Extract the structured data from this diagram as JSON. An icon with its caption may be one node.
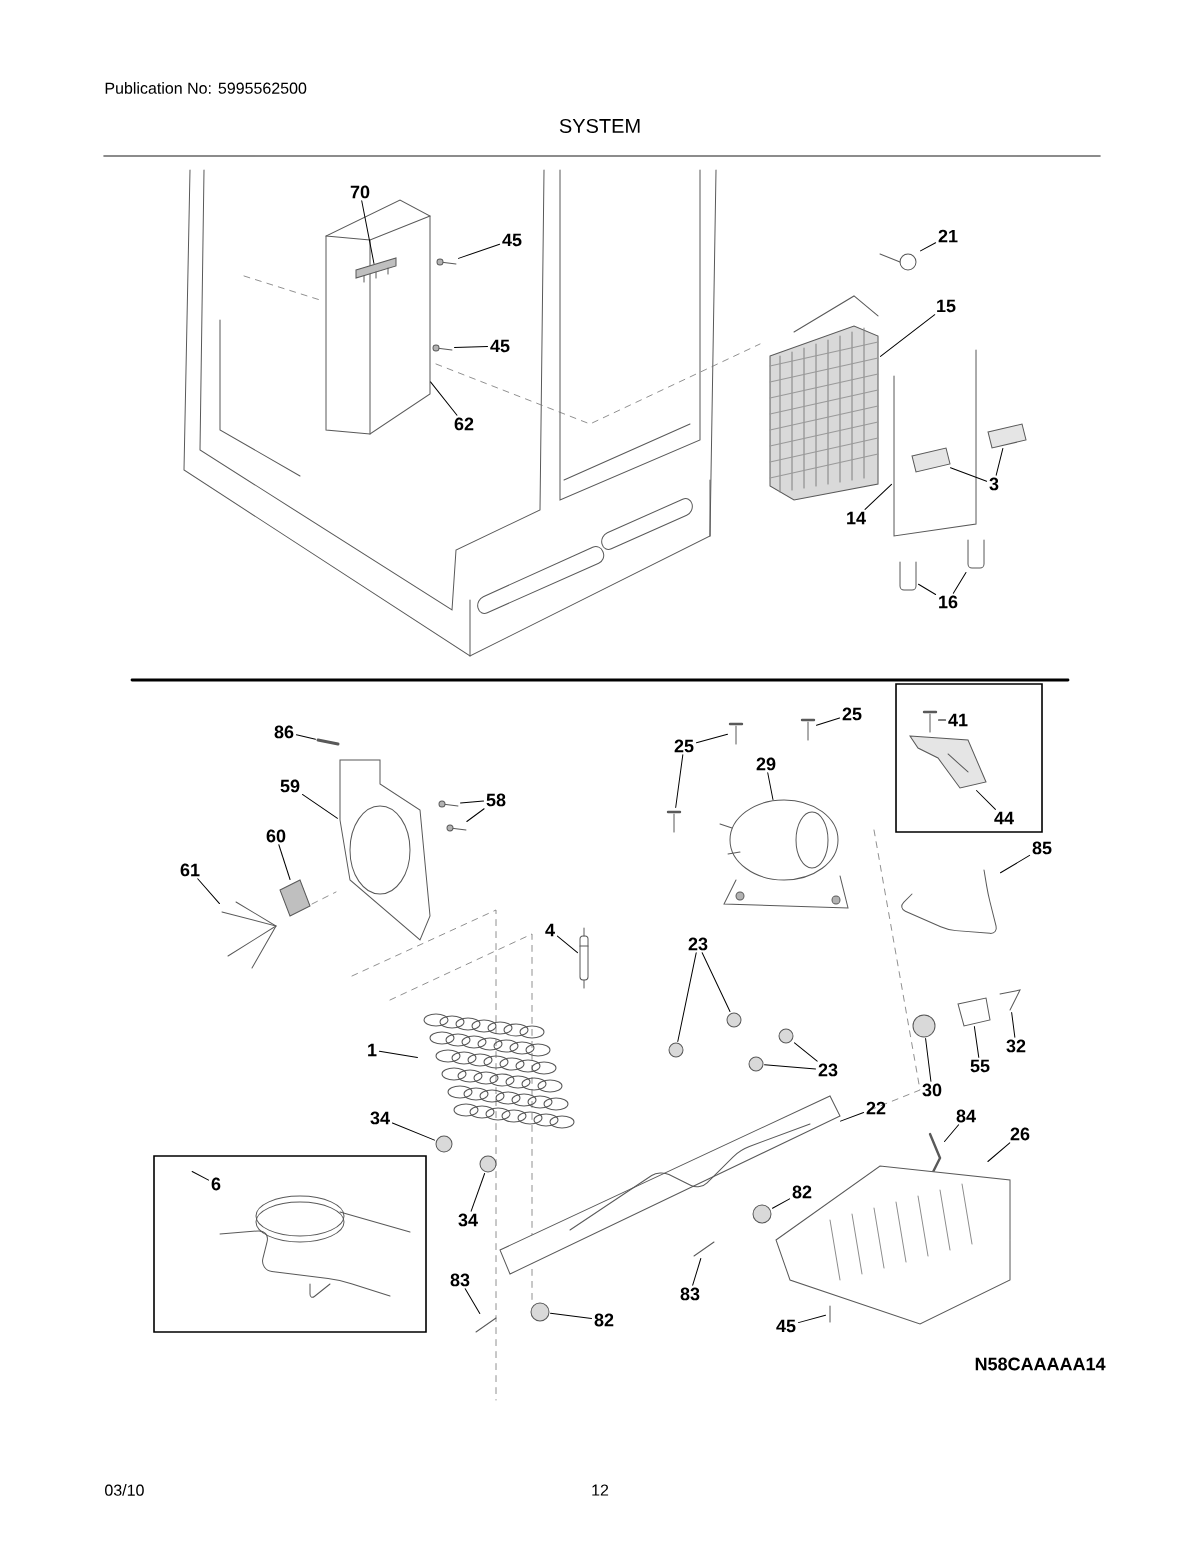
{
  "diagram": {
    "title": "SYSTEM",
    "nodes": [
      {
        "text": [
          "70"
        ]
      },
      {
        "text": [
          "45"
        ]
      },
      {
        "text": [
          "45"
        ]
      },
      {
        "text": [
          "62"
        ]
      },
      {
        "text": [
          "21"
        ]
      },
      {
        "text": [
          "15"
        ]
      },
      {
        "text": [
          "3"
        ]
      },
      {
        "text": [
          "14"
        ]
      },
      {
        "text": [
          "16"
        ]
      },
      {
        "text": [
          "86"
        ]
      },
      {
        "text": [
          "59"
        ]
      },
      {
        "text": [
          "58"
        ]
      },
      {
        "text": [
          "60"
        ]
      },
      {
        "text": [
          "61"
        ]
      },
      {
        "text": [
          "4"
        ]
      },
      {
        "text": [
          "25"
        ]
      },
      {
        "text": [
          "25"
        ]
      },
      {
        "text": [
          "29"
        ]
      },
      {
        "text": [
          "41"
        ]
      },
      {
        "text": [
          "44"
        ]
      },
      {
        "text": [
          "85"
        ]
      },
      {
        "text": [
          "23"
        ]
      },
      {
        "text": [
          "1"
        ]
      },
      {
        "text": [
          "32"
        ]
      },
      {
        "text": [
          "55"
        ]
      },
      {
        "text": [
          "23"
        ]
      },
      {
        "text": [
          "30"
        ]
      },
      {
        "text": [
          "34"
        ]
      },
      {
        "text": [
          "22"
        ]
      },
      {
        "text": [
          "84"
        ]
      },
      {
        "text": [
          "26"
        ]
      },
      {
        "text": [
          "6"
        ]
      },
      {
        "text": [
          "34"
        ]
      },
      {
        "text": [
          "82"
        ]
      },
      {
        "text": [
          "83"
        ]
      },
      {
        "text": [
          "83"
        ]
      },
      {
        "text": [
          "82"
        ]
      },
      {
        "text": [
          "45"
        ]
      },
      {
        "text": [],
        "shape": "picture"
      },
      {
        "text": [],
        "shape": "picture",
        "in": 38
      },
      {
        "text": [],
        "shape": "picture"
      },
      {
        "text": [],
        "shape": "picture"
      },
      {
        "text": [],
        "shape": "picture"
      },
      {
        "text": [],
        "shape": "picture"
      },
      {
        "text": [],
        "shape": "picture"
      },
      {
        "text": [],
        "shape": "picture",
        "in": 44
      },
      {
        "text": [],
        "shape": "picture"
      },
      {
        "text": [],
        "shape": "picture"
      },
      {
        "text": [],
        "shape": "picture"
      },
      {
        "text": [],
        "shape": "picture"
      },
      {
        "text": [],
        "shape": "picture"
      },
      {
        "text": [],
        "shape": "picture"
      },
      {
        "text": [],
        "shape": "picture"
      },
      {
        "text": [],
        "shape": "picture"
      },
      {
        "text": [],
        "shape": "picture"
      },
      {
        "text": [],
        "shape": "picture"
      },
      {
        "text": [],
        "shape": "picture"
      },
      {
        "text": [],
        "shape": "picture"
      },
      {
        "text": [],
        "shape": "picture"
      },
      {
        "text": [],
        "shape": "picture"
      },
      {
        "text": [],
        "shape": "picture"
      },
      {
        "text": [],
        "shape": "picture"
      },
      {
        "text": [],
        "shape": "picture"
      },
      {
        "text": [],
        "shape": "circle"
      },
      {
        "text": [],
        "shape": "circle"
      },
      {
        "text": [],
        "shape": "picture"
      },
      {
        "text": [],
        "shape": "picture"
      },
      {
        "text": [],
        "shape": "picture"
      },
      {
        "text": [],
        "shape": "circle"
      },
      {
        "text": [],
        "shape": "circle"
      },
      {
        "text": [],
        "shape": "circle"
      },
      {
        "text": [],
        "shape": "circle"
      },
      {
        "text": [],
        "shape": "picture"
      },
      {
        "text": [],
        "shape": "circle"
      },
      {
        "text": [],
        "shape": "picture"
      },
      {
        "text": [],
        "shape": "picture"
      },
      {
        "text": [],
        "shape": "picture"
      },
      {
        "text": [],
        "shape": "picture"
      },
      {
        "text": [],
        "shape": "circle"
      },
      {
        "text": [],
        "shape": "picture",
        "in": 72
      },
      {
        "text": [],
        "shape": "circle",
        "in": 72
      },
      {
        "text": [],
        "shape": "picture",
        "in": 75
      }
    ],
    "edges": [
      {
        "from": 0,
        "to": 39,
        "arrow": "none"
      },
      {
        "from": 1,
        "to": 40,
        "arrow": "none"
      },
      {
        "from": 2,
        "to": 41,
        "arrow": "none"
      },
      {
        "from": 3,
        "to": 38,
        "arrow": "none"
      },
      {
        "from": 4,
        "to": 42,
        "arrow": "none"
      },
      {
        "from": 5,
        "to": 43,
        "arrow": "none"
      },
      {
        "from": 6,
        "to": 45,
        "arrow": "none"
      },
      {
        "from": 6,
        "to": 46,
        "arrow": "none"
      },
      {
        "from": 7,
        "to": 44,
        "arrow": "none"
      },
      {
        "from": 8,
        "to": 47,
        "arrow": "none"
      },
      {
        "from": 8,
        "to": 48,
        "arrow": "none"
      },
      {
        "from": 9,
        "to": 49,
        "arrow": "none"
      },
      {
        "from": 10,
        "to": 50,
        "arrow": "none"
      },
      {
        "from": 11,
        "to": 51,
        "arrow": "none"
      },
      {
        "from": 11,
        "to": 52,
        "arrow": "none"
      },
      {
        "from": 12,
        "to": 53,
        "arrow": "none"
      },
      {
        "from": 13,
        "to": 54,
        "arrow": "none"
      },
      {
        "from": 14,
        "to": 55,
        "arrow": "none"
      },
      {
        "from": 15,
        "to": 56,
        "arrow": "none"
      },
      {
        "from": 15,
        "to": 57,
        "arrow": "none"
      },
      {
        "from": 16,
        "to": 58,
        "arrow": "none"
      },
      {
        "from": 17,
        "to": 59,
        "arrow": "none"
      },
      {
        "from": 18,
        "to": 60,
        "arrow": "none"
      },
      {
        "from": 19,
        "to": 61,
        "arrow": "none"
      },
      {
        "from": 20,
        "to": 62,
        "arrow": "none"
      },
      {
        "from": 21,
        "to": 63,
        "arrow": "none"
      },
      {
        "from": 21,
        "to": 64,
        "arrow": "none"
      },
      {
        "from": 22,
        "to": 65,
        "arrow": "none"
      },
      {
        "from": 23,
        "to": 66,
        "arrow": "none"
      },
      {
        "from": 24,
        "to": 67,
        "arrow": "none"
      },
      {
        "from": 25,
        "to": 68,
        "arrow": "none"
      },
      {
        "from": 25,
        "to": 69,
        "arrow": "none"
      },
      {
        "from": 26,
        "to": 70,
        "arrow": "none"
      },
      {
        "from": 27,
        "to": 71,
        "arrow": "none"
      },
      {
        "from": 28,
        "to": 72,
        "arrow": "none"
      },
      {
        "from": 29,
        "to": 74,
        "arrow": "none"
      },
      {
        "from": 30,
        "to": 75,
        "arrow": "none"
      },
      {
        "from": 31,
        "to": 76,
        "arrow": "none"
      },
      {
        "from": 32,
        "to": 73,
        "arrow": "none"
      },
      {
        "from": 33,
        "to": 80,
        "arrow": "none"
      },
      {
        "from": 34,
        "to": 77,
        "arrow": "none"
      },
      {
        "from": 35,
        "to": 79,
        "arrow": "none"
      },
      {
        "from": 36,
        "to": 78,
        "arrow": "none"
      },
      {
        "from": 37,
        "to": 81,
        "arrow": "none"
      }
    ],
    "labels": [
      "Publication No: 5995562500",
      "N58CAAAAA14",
      "03/10",
      "12"
    ]
  }
}
